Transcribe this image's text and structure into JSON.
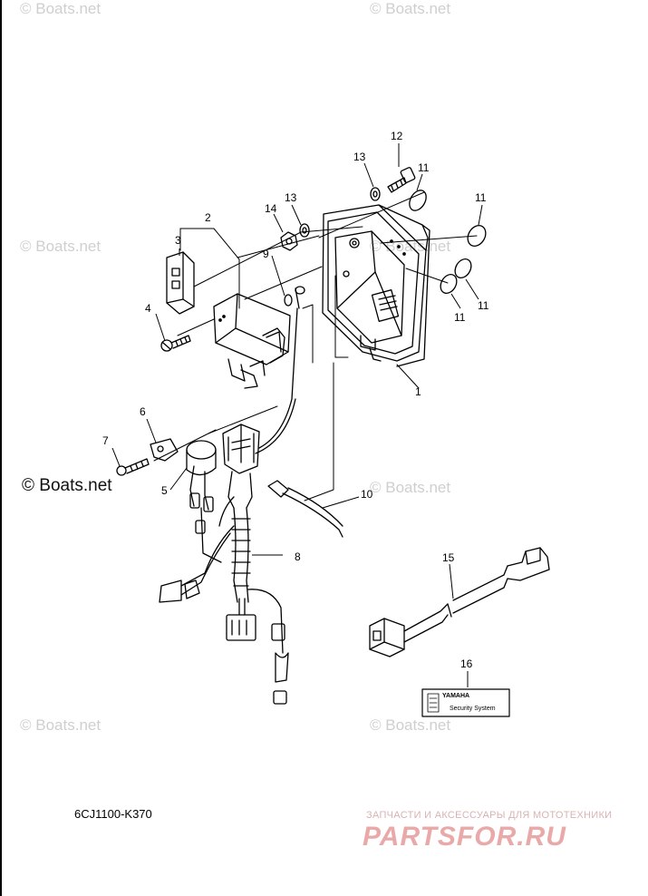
{
  "watermarks": [
    "© Boats.net",
    "© Boats.net",
    "© Boats.net",
    "© Boats.net",
    "© Boats.net",
    "© Boats.net",
    "© Boats.net",
    "© Boats.net"
  ],
  "watermark_prominent": "© Boats.net",
  "callouts": [
    "1",
    "2",
    "3",
    "4",
    "5",
    "6",
    "7",
    "8",
    "9",
    "10",
    "11",
    "11",
    "11",
    "11",
    "12",
    "13",
    "13",
    "14",
    "15",
    "16"
  ],
  "diagram_code": "6CJ1100-K370",
  "brand": {
    "tagline": "ЗАПЧАСТИ И АКСЕССУАРЫ ДЛЯ МОТОТЕХНИКИ",
    "logo": "PARTSFOR.RU"
  },
  "sticker": {
    "brand": "YAMAHA",
    "title": "Security System"
  }
}
